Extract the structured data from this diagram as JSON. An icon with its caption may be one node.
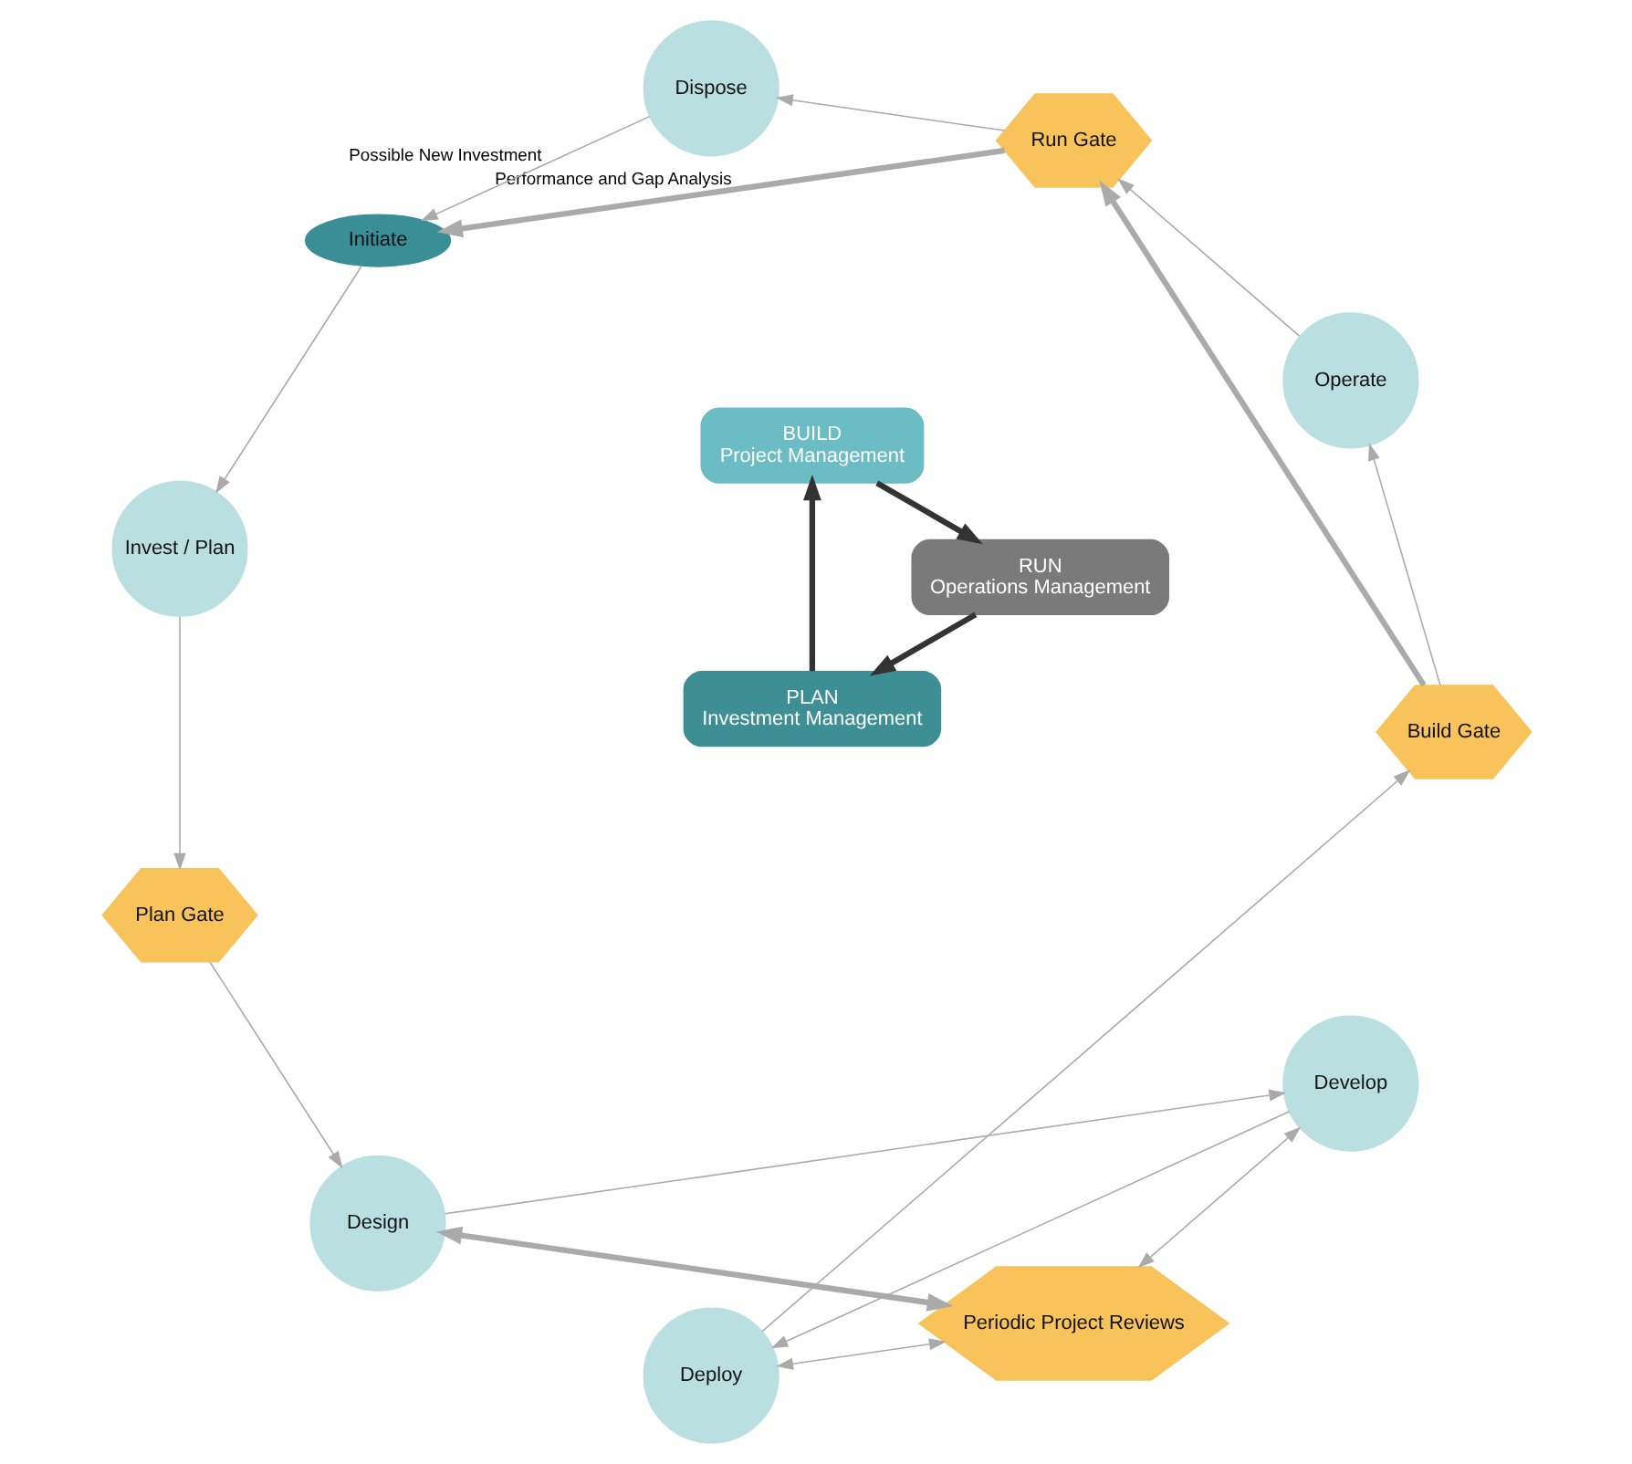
{
  "diagram": {
    "nodes": [
      {
        "text": [
          "PLAN",
          "Investment Management"
        ]
      },
      {
        "text": [
          "BUILD",
          "Project Management"
        ]
      },
      {
        "text": [
          "RUN",
          "Operations Management"
        ]
      },
      {
        "text": [
          "Initiate"
        ]
      },
      {
        "text": [
          "Invest / Plan"
        ]
      },
      {
        "text": [
          "Plan Gate"
        ]
      },
      {
        "text": [
          "Design"
        ]
      },
      {
        "text": [
          "Develop"
        ]
      },
      {
        "text": [
          "Deploy"
        ]
      },
      {
        "text": [
          "Build Gate"
        ]
      },
      {
        "text": [
          "Operate"
        ]
      },
      {
        "text": [
          "Run Gate"
        ]
      },
      {
        "text": [
          "Dispose"
        ]
      },
      {
        "text": [
          "Periodic Project Reviews"
        ]
      }
    ],
    "edges": [
      {
        "from": 0,
        "to": 1,
        "arrow": "to",
        "style": "thick",
        "color": "#333333"
      },
      {
        "from": 1,
        "to": 2,
        "arrow": "to",
        "style": "thick",
        "color": "#333333"
      },
      {
        "from": 2,
        "to": 0,
        "arrow": "to",
        "style": "thick",
        "color": "#333333"
      },
      {
        "from": 3,
        "to": 4,
        "arrow": "to"
      },
      {
        "from": 4,
        "to": 5,
        "arrow": "to"
      },
      {
        "from": 5,
        "to": 6,
        "arrow": "to"
      },
      {
        "from": 6,
        "to": 7,
        "arrow": "to"
      },
      {
        "from": 7,
        "to": 8,
        "arrow": "to"
      },
      {
        "from": 8,
        "to": 9,
        "arrow": "to"
      },
      {
        "from": 9,
        "to": 10,
        "arrow": "to"
      },
      {
        "from": 10,
        "to": 11,
        "arrow": "to"
      },
      {
        "from": 11,
        "to": 12,
        "arrow": "to"
      },
      {
        "from": 12,
        "to": 3,
        "arrow": "to",
        "label": "Possible New Investment"
      },
      {
        "from": 6,
        "to": 13,
        "arrow": "both",
        "style": "thick"
      },
      {
        "from": 7,
        "to": 13,
        "arrow": "both"
      },
      {
        "from": 8,
        "to": 13,
        "arrow": "both"
      },
      {
        "from": 9,
        "to": 11,
        "arrow": "to",
        "style": "thick"
      },
      {
        "from": 11,
        "to": 3,
        "arrow": "to",
        "style": "thick",
        "label": "Performance and Gap Analysis"
      }
    ]
  }
}
